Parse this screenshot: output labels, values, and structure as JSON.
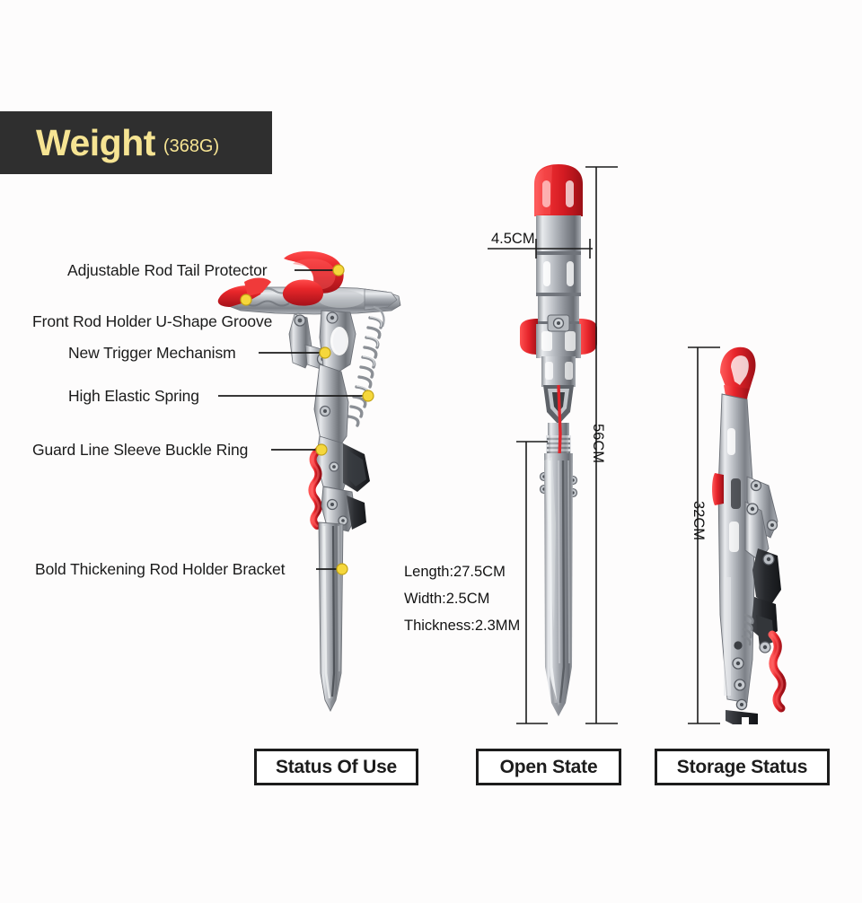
{
  "banner": {
    "title": "Weight",
    "value": "(368G)",
    "bg_color": "#2f2f2f",
    "text_color": "#f6e493"
  },
  "callouts": [
    {
      "id": "adjustable-rod-tail-protector",
      "label": "Adjustable Rod Tail Protector"
    },
    {
      "id": "front-rod-holder-u-shape-groove",
      "label": "Front Rod Holder U-Shape Groove"
    },
    {
      "id": "new-trigger-mechanism",
      "label": "New Trigger Mechanism"
    },
    {
      "id": "high-elastic-spring",
      "label": "High Elastic Spring"
    },
    {
      "id": "guard-line-sleeve-buckle-ring",
      "label": "Guard Line Sleeve Buckle Ring"
    },
    {
      "id": "bold-thickening-rod-holder-bracket",
      "label": "Bold Thickening Rod Holder Bracket"
    }
  ],
  "dimensions": {
    "width_top": "4.5CM",
    "open_height": "56CM",
    "storage_height": "32CM"
  },
  "specs": {
    "length": "Length:27.5CM",
    "width": "Width:2.5CM",
    "thickness": "Thickness:2.3MM"
  },
  "captions": {
    "status_of_use": "Status Of Use",
    "open_state": "Open State",
    "storage_status": "Storage Status"
  },
  "colors": {
    "accent_red": "#e8262a",
    "metal_light": "#d8dade",
    "metal_mid": "#9a9ea4",
    "metal_dark": "#5d6167",
    "line": "#1b1b1b",
    "dot": "#f5d73c"
  }
}
